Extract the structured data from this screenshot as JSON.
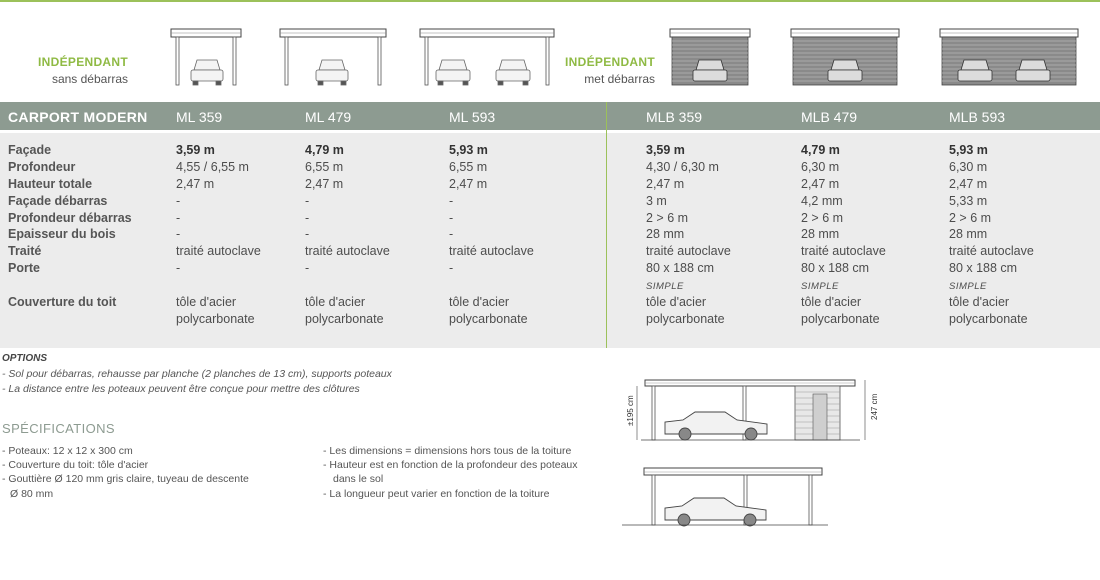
{
  "header": {
    "independant_1": "INDÉPENDANT",
    "sans_debarras": "sans débarras",
    "independant_2": "INDÉPENDANT",
    "met_debarras": "met débarras"
  },
  "table": {
    "title": "CARPORT MODERN",
    "models": [
      "ML 359",
      "ML 479",
      "ML 593",
      "MLB 359",
      "MLB 479",
      "MLB 593"
    ],
    "row_labels": [
      "Façade",
      "Profondeur",
      "Hauteur totale",
      "Façade débarras",
      "Profondeur débarras",
      "Epaisseur du bois",
      "Traité",
      "Porte",
      "Couverture du toit"
    ],
    "columns": [
      {
        "facade": "3,59 m",
        "profondeur": "4,55 / 6,55 m",
        "hauteur": "2,47 m",
        "facade_debarras": "-",
        "profondeur_debarras": "-",
        "epaisseur": "-",
        "traite": "traité autoclave",
        "porte": "-",
        "porte_type": "",
        "couverture_1": "tôle d'acier",
        "couverture_2": "polycarbonate"
      },
      {
        "facade": "4,79 m",
        "profondeur": "6,55 m",
        "hauteur": "2,47 m",
        "facade_debarras": "-",
        "profondeur_debarras": "-",
        "epaisseur": "-",
        "traite": "traité autoclave",
        "porte": "-",
        "porte_type": "",
        "couverture_1": "tôle d'acier",
        "couverture_2": "polycarbonate"
      },
      {
        "facade": "5,93 m",
        "profondeur": "6,55 m",
        "hauteur": "2,47 m",
        "facade_debarras": "-",
        "profondeur_debarras": "-",
        "epaisseur": "-",
        "traite": "traité autoclave",
        "porte": "-",
        "porte_type": "",
        "couverture_1": "tôle d'acier",
        "couverture_2": "polycarbonate"
      },
      {
        "facade": "3,59 m",
        "profondeur": "4,30 / 6,30 m",
        "hauteur": "2,47 m",
        "facade_debarras": "3 m",
        "profondeur_debarras": "2 > 6 m",
        "epaisseur": "28 mm",
        "traite": "traité autoclave",
        "porte": "80 x 188 cm",
        "porte_type": "SIMPLE",
        "couverture_1": "tôle d'acier",
        "couverture_2": "polycarbonate"
      },
      {
        "facade": "4,79 m",
        "profondeur": "6,30 m",
        "hauteur": "2,47 m",
        "facade_debarras": "4,2 mm",
        "profondeur_debarras": "2 > 6 m",
        "epaisseur": "28 mm",
        "traite": "traité autoclave",
        "porte": "80 x 188 cm",
        "porte_type": "SIMPLE",
        "couverture_1": "tôle d'acier",
        "couverture_2": "polycarbonate"
      },
      {
        "facade": "5,93 m",
        "profondeur": "6,30 m",
        "hauteur": "2,47 m",
        "facade_debarras": "5,33 m",
        "profondeur_debarras": "2 > 6 m",
        "epaisseur": "28 mm",
        "traite": "traité autoclave",
        "porte": "80 x 188 cm",
        "porte_type": "SIMPLE",
        "couverture_1": "tôle d'acier",
        "couverture_2": "polycarbonate"
      }
    ]
  },
  "options": {
    "title": "OPTIONS",
    "lines": [
      "- Sol pour débarras, rehausse par planche (2 planches de 13 cm), supports poteaux",
      "- La distance entre les poteaux peuvent être conçue pour mettre des clôtures"
    ]
  },
  "specifications": {
    "title": "SPÉCIFICATIONS",
    "left": [
      "- Poteaux: 12 x 12 x 300 cm",
      "- Couverture du toit: tôle d'acier",
      "- Gouttière Ø 120 mm gris claire, tuyeau de descente",
      "  Ø 80 mm"
    ],
    "right": [
      "- Les dimensions = dimensions hors tous de la toiture",
      "- Hauteur est en fonction de la profondeur des poteaux",
      "  dans le sol",
      "- La longueur peut varier en fonction de la toiture"
    ]
  },
  "diagram": {
    "height_inner": "±195 cm",
    "height_total": "247 cm"
  },
  "colors": {
    "accent_green": "#8fba44",
    "header_bar": "#8d9b91",
    "table_bg": "#ececec"
  }
}
